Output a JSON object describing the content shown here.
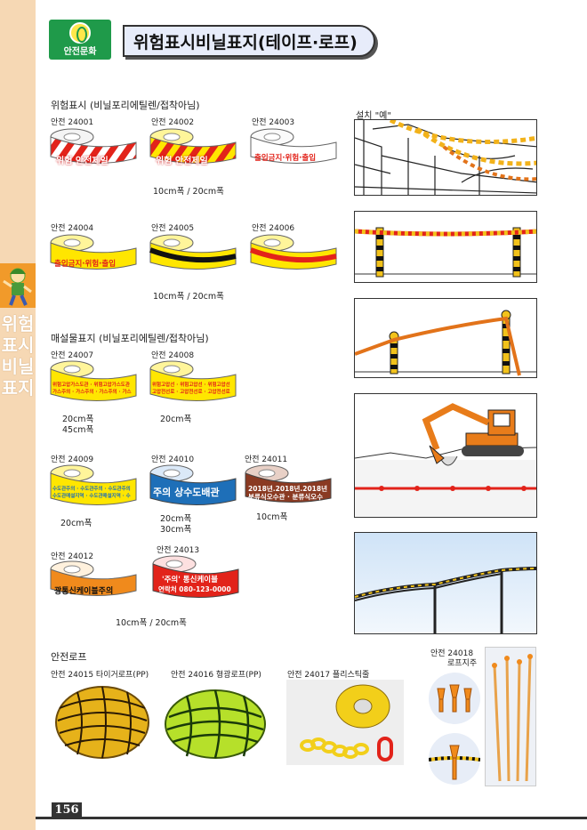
{
  "header": {
    "logo_text": "안전문화",
    "title": "위험표시비닐표지(테이프·로프)"
  },
  "sidebar": {
    "title": "위험표시비닐표지"
  },
  "sections": {
    "warning": "위험표시 (비닐포리에틸렌/접착아님)",
    "buried": "매설물표지 (비닐포리에틸렌/접착아님)",
    "rope": "안전로프",
    "install_example": "설치 \"예\""
  },
  "products": {
    "p24001": {
      "code": "안전 24001",
      "text": "위험 안전제일"
    },
    "p24002": {
      "code": "안전 24002",
      "text": "위험 안전제일"
    },
    "p24003": {
      "code": "안전 24003",
      "text": "출입금지·위험·출입"
    },
    "p24004": {
      "code": "안전 24004",
      "text": "출입금지·위험·출입"
    },
    "p24005": {
      "code": "안전 24005"
    },
    "p24006": {
      "code": "안전 24006"
    },
    "p24007": {
      "code": "안전 24007",
      "text1": "위험고압가스도관 · 위험고압가스도관",
      "text2": "가스주의 · 가스주의 · 가스주의 · 가스"
    },
    "p24008": {
      "code": "안전 24008",
      "text1": "위험고압선 · 위험고압선 · 위험고압선",
      "text2": "고압전선로 · 고압전선로 · 고압전선로"
    },
    "p24009": {
      "code": "안전 24009",
      "text1": "수도관주의 · 수도관주의 · 수도관주의",
      "text2": "수도관매설지역 · 수도관매설지역 · 수"
    },
    "p24010": {
      "code": "안전 24010",
      "text": "주의 상수도배관"
    },
    "p24011": {
      "code": "안전 24011",
      "text1": "2018년.2018년.2018년",
      "text2": "분류식오수관 · 분류식오수"
    },
    "p24012": {
      "code": "안전 24012",
      "text": "광통신케이블주의"
    },
    "p24013": {
      "code": "안전 24013",
      "text1": "'주의' 통신케이블",
      "text2": "연락처 080-123-0000"
    },
    "p24015": {
      "code": "안전 24015 타이거로프(PP)"
    },
    "p24016": {
      "code": "안전 24016 형광로프(PP)"
    },
    "p24017": {
      "code": "안전 24017 플리스틱줄"
    },
    "p24018": {
      "code": "안전 24018",
      "sub": "로프지주"
    }
  },
  "widths": {
    "row1": "10cm폭 / 20cm폭",
    "row2": "10cm폭 / 20cm폭",
    "p24007a": "20cm폭",
    "p24007b": "45cm폭",
    "p24008": "20cm폭",
    "p24009": "20cm폭",
    "p24010a": "20cm폭",
    "p24010b": "30cm폭",
    "p24011": "10cm폭",
    "row5": "10cm폭 / 20cm폭"
  },
  "page_number": "156",
  "colors": {
    "sidebar": "#f6d8b4",
    "logo": "#1f9a4a",
    "banner": "#e7ecfa",
    "red": "#e2231a",
    "yellow": "#ffe600",
    "blue": "#1e6fb8",
    "brown": "#8a3a22"
  }
}
